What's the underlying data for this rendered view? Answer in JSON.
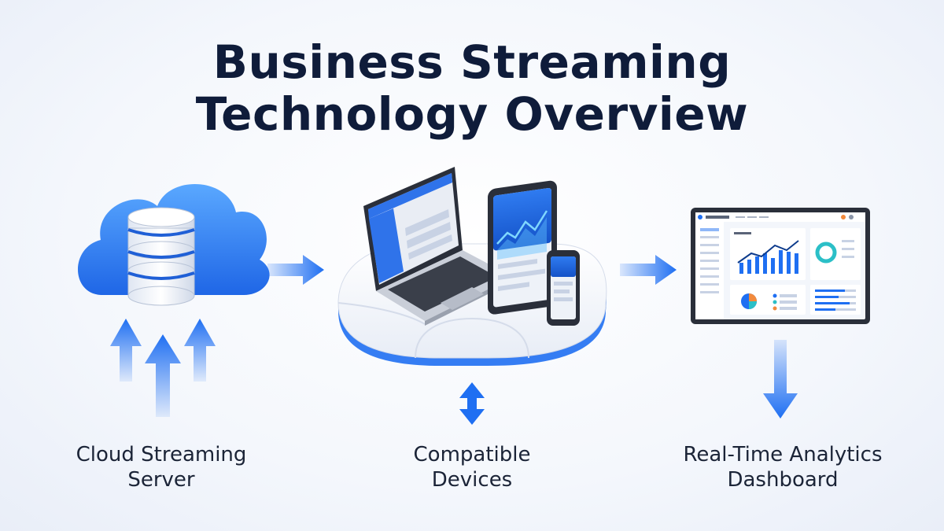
{
  "title": {
    "line1": "Business Streaming",
    "line2": "Technology Overview"
  },
  "nodes": [
    {
      "id": "cloud-server",
      "label_line1": "Cloud Streaming",
      "label_line2": "Server",
      "icon": "cloud-database-icon"
    },
    {
      "id": "devices",
      "label_line1": "Compatible",
      "label_line2": "Devices",
      "icon": "devices-platform-icon"
    },
    {
      "id": "analytics",
      "label_line1": "Real-Time Analytics",
      "label_line2": "Dashboard",
      "icon": "analytics-dashboard-icon"
    }
  ],
  "colors": {
    "title": "#0f1c3a",
    "accent": "#1f6ff2",
    "accent_light": "#5aa3ff",
    "label": "#1b2437"
  }
}
